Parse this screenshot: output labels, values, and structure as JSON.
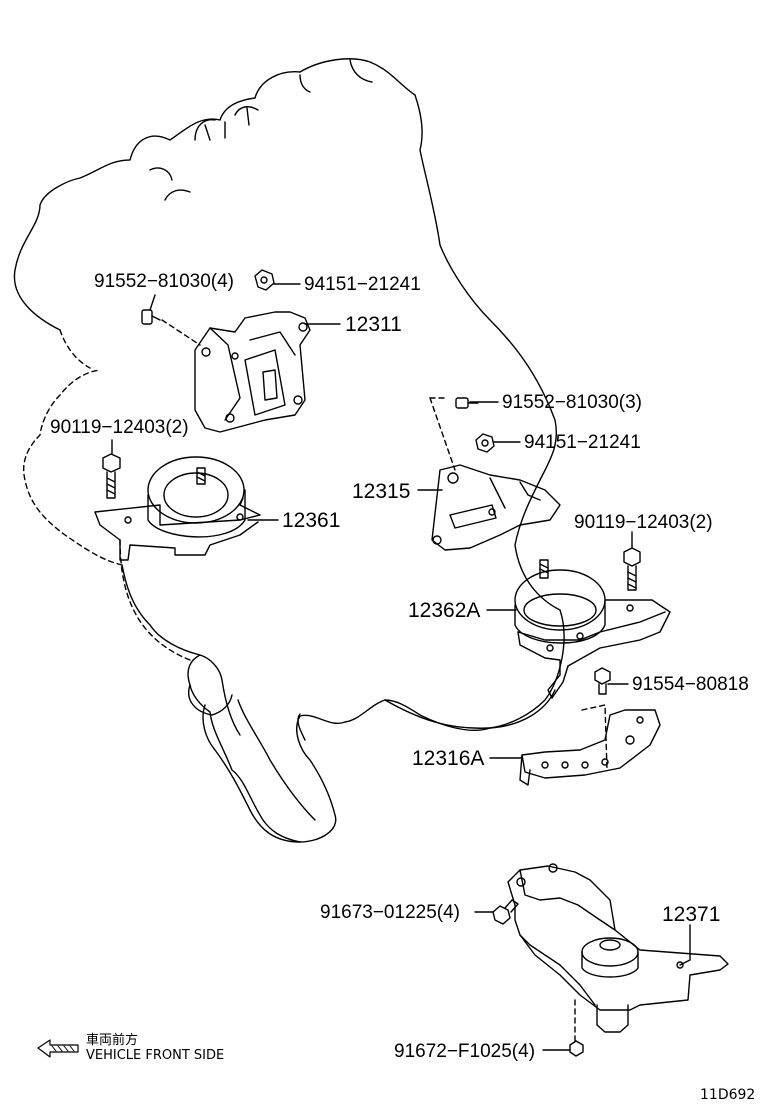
{
  "diagram_id": "11D692",
  "direction": {
    "jp": "車両前方",
    "en": "VEHICLE FRONT SIDE"
  },
  "labels": {
    "l1": "91552−81030(4)",
    "l2": "94151−21241",
    "l3": "12311",
    "l4": "90119−12403(2)",
    "l5": "12361",
    "l6": "91552−81030(3)",
    "l7": "94151−21241",
    "l8": "12315",
    "l9": "90119−12403(2)",
    "l10": "12362A",
    "l11": "91554−80818",
    "l12": "12316A",
    "l13": "91673−01225(4)",
    "l14": "12371",
    "l15": "91672−F1025(4)"
  }
}
